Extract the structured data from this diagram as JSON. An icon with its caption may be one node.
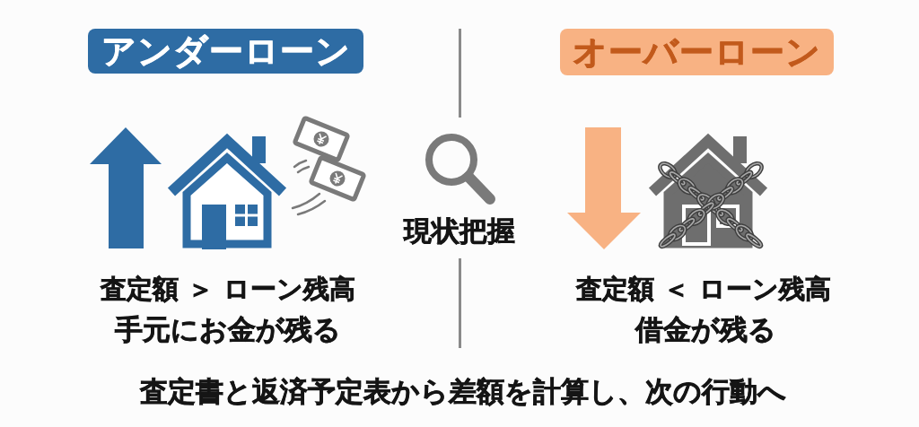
{
  "diagram": {
    "nodes": [
      {
        "text": [
          "アンダーローン"
        ]
      },
      {
        "text": [
          "オーバーローン"
        ]
      }
    ],
    "labels": [
      "現状把握",
      "査定額 ＞ ローン残高",
      "手元にお金が残る",
      "査定額 ＜ ローン残高",
      "借金が残る"
    ],
    "caption": "査定書と返済予定表から差額を計算し、次の行動へ"
  }
}
